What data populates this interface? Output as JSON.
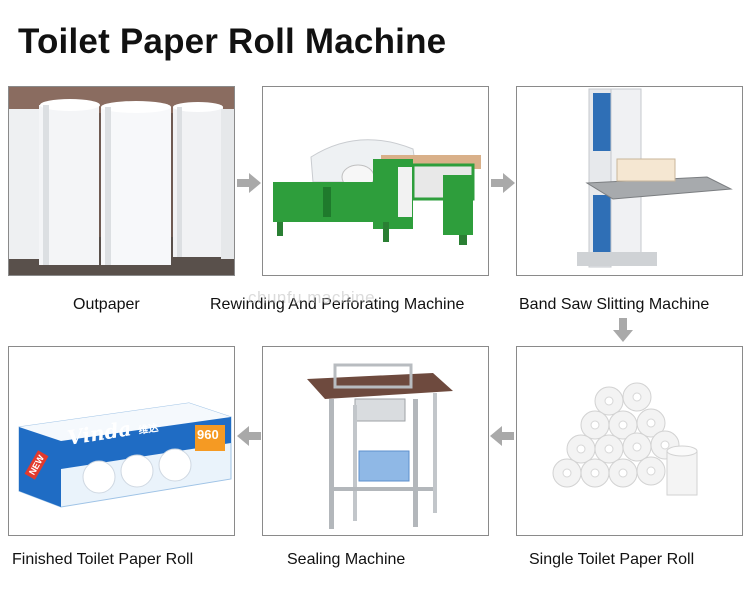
{
  "title": "Toilet Paper Roll Machine",
  "watermark": "chunfu machine",
  "steps": [
    {
      "label": "Outpaper"
    },
    {
      "label": "Rewinding And Perforating Machine"
    },
    {
      "label": "Band Saw Slitting Machine"
    },
    {
      "label": "Single Toilet Paper Roll"
    },
    {
      "label": "Sealing Machine"
    },
    {
      "label": "Finished Toilet Paper Roll"
    }
  ],
  "package": {
    "brand": "Vinda",
    "brand_cn": "维达",
    "sheets": "960",
    "badge": "NEW"
  },
  "colors": {
    "arrow": "#a9a9a9",
    "panel_border": "#8a8a8a",
    "machine_green": "#2e9e3c",
    "saw_blue": "#2f6fb6",
    "pack_blue": "#1f6cc4"
  }
}
